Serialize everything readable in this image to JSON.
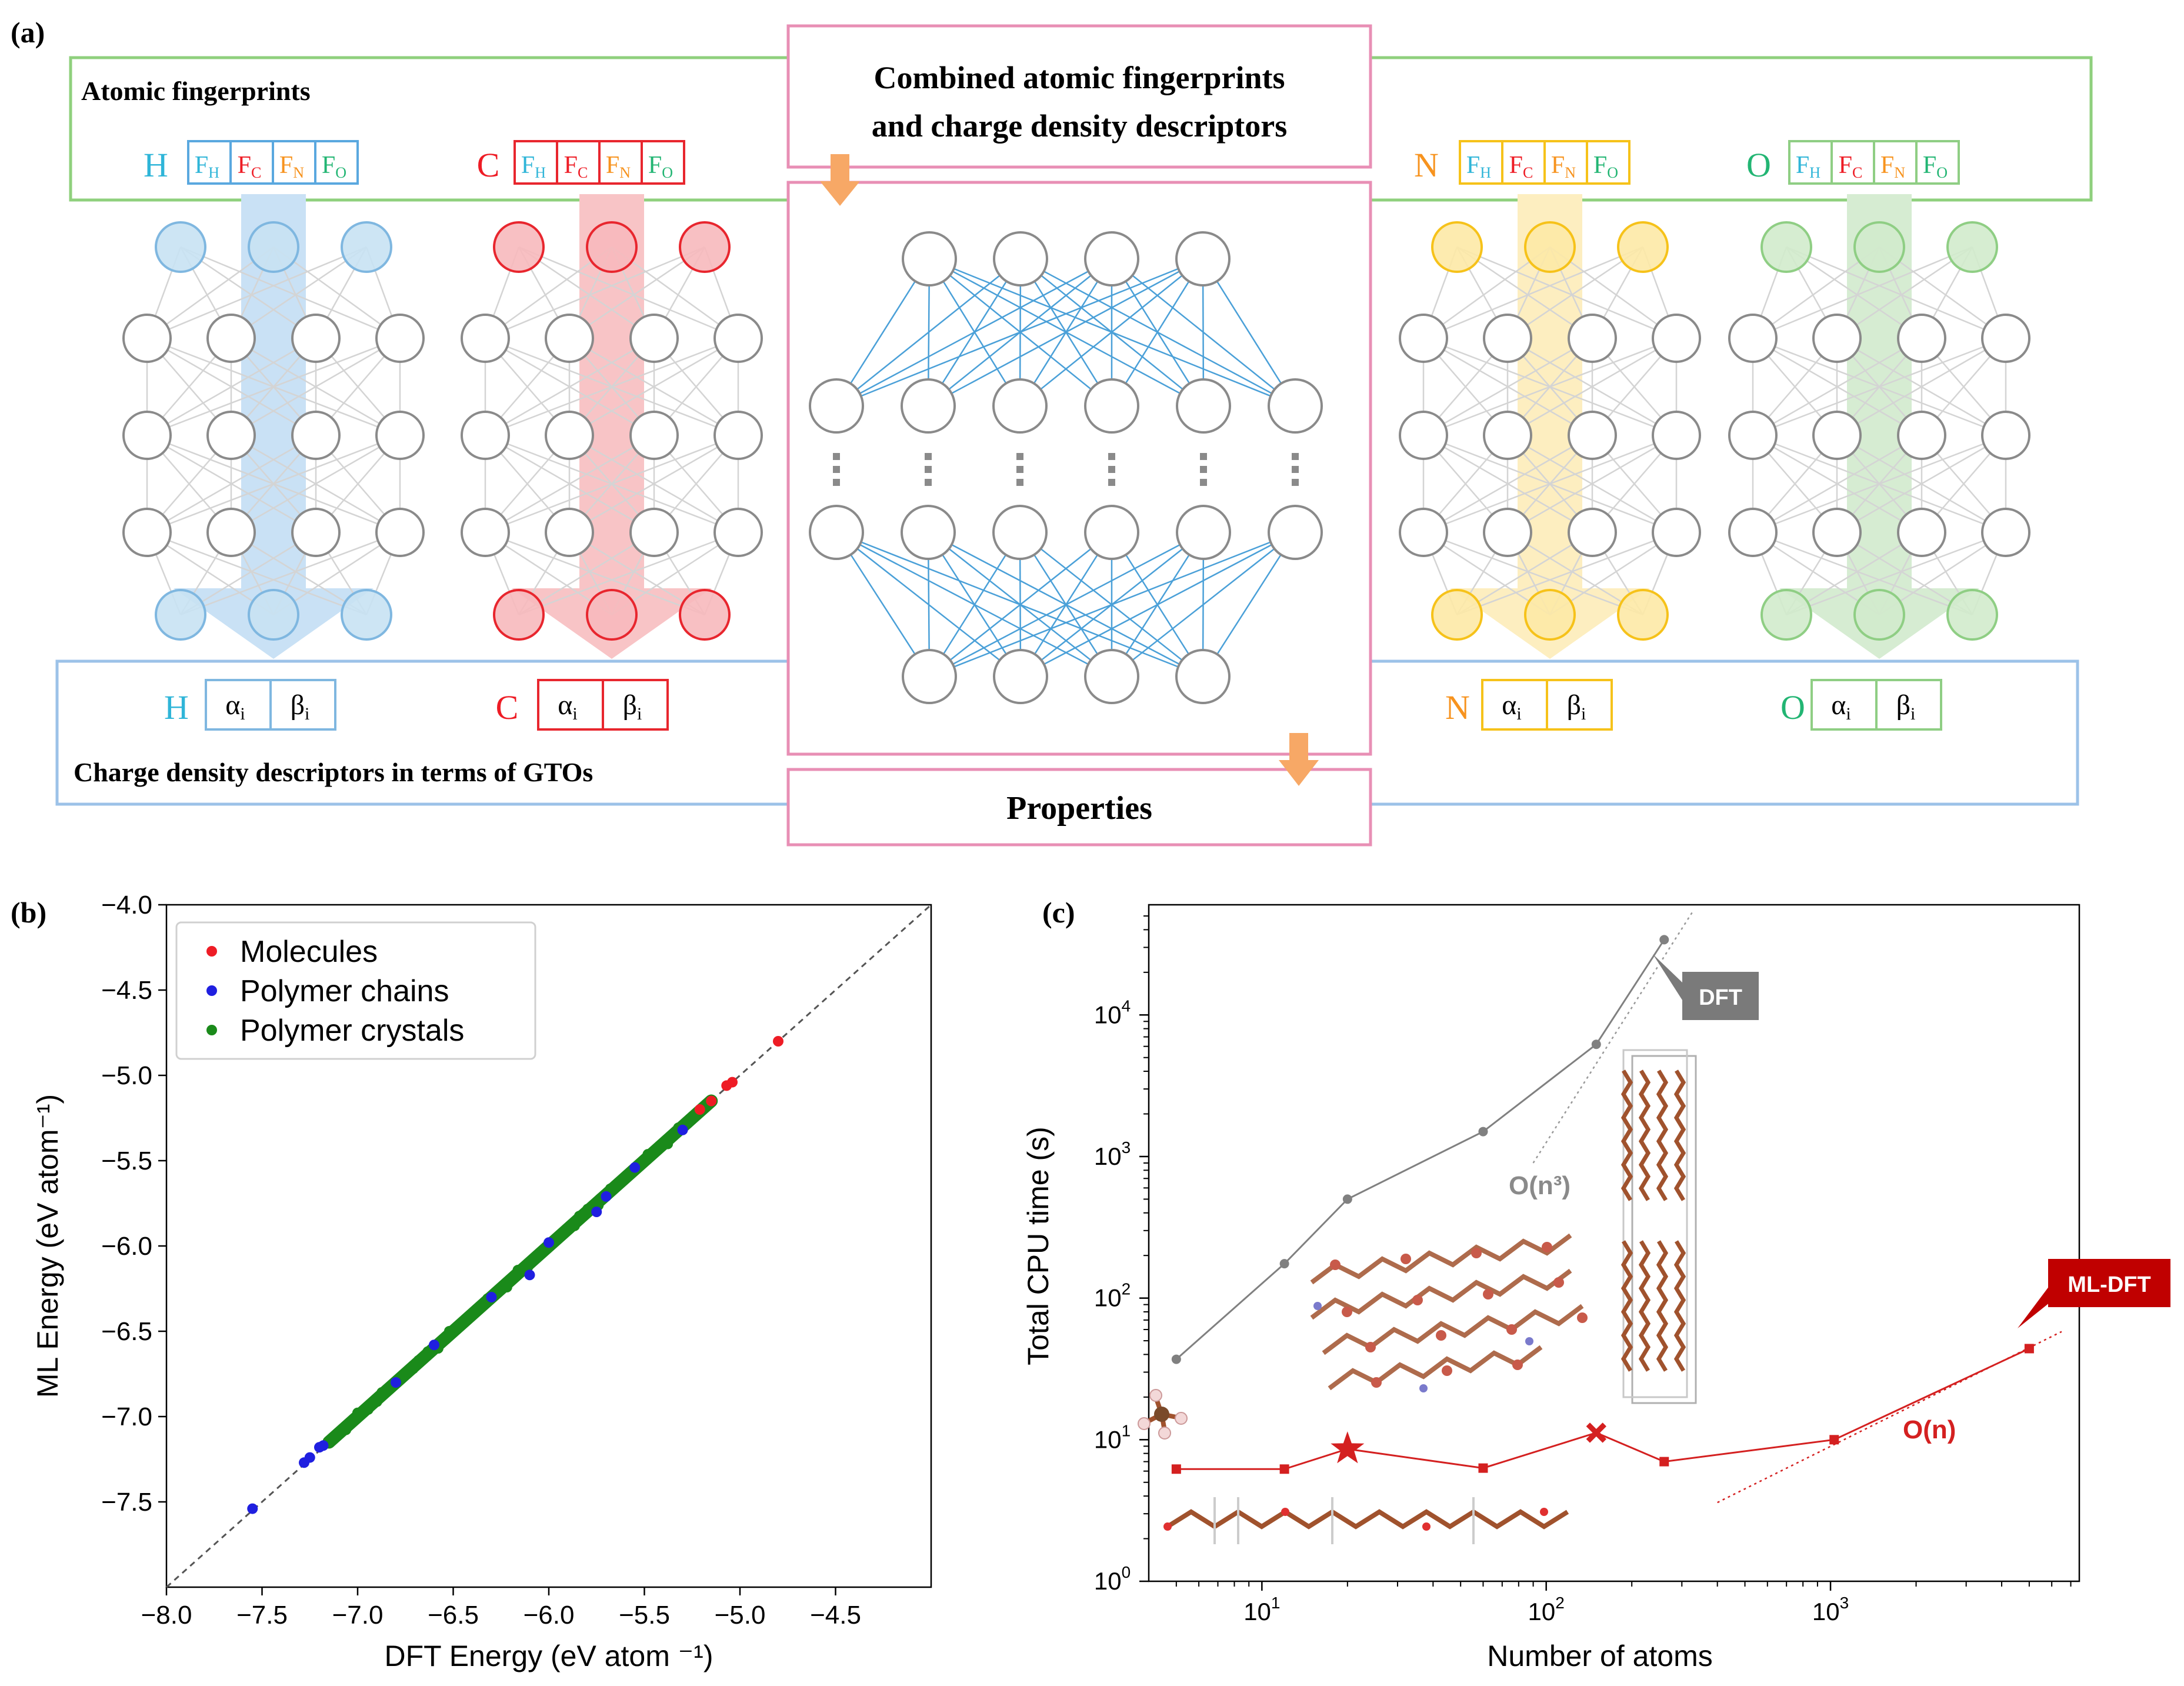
{
  "panel_a": {
    "label": "(a)",
    "top_box_title": "Atomic fingerprints",
    "center_title_line1": "Combined atomic fingerprints",
    "center_title_line2": "and charge density descriptors",
    "properties_label": "Properties",
    "bottom_box_title": "Charge density descriptors in terms of GTOs",
    "elements": [
      {
        "symbol": "H",
        "color": "#2fb5d8",
        "node_fill": "#c8e2f3",
        "node_stroke": "#7fb7e0",
        "arrow": "#c9e1f5"
      },
      {
        "symbol": "C",
        "color": "#ee1c25",
        "node_fill": "#f7b9bd",
        "node_stroke": "#e8262e",
        "arrow": "#f8c4c6"
      },
      {
        "symbol": "N",
        "color": "#f7931e",
        "node_fill": "#fde9a6",
        "node_stroke": "#f6c21a",
        "arrow": "#fdeec0"
      },
      {
        "symbol": "O",
        "color": "#22b573",
        "node_fill": "#d2ebcc",
        "node_stroke": "#8fce84",
        "arrow": "#d6ecd2"
      }
    ],
    "fingerprint_cells": [
      {
        "main": "F",
        "sub": "H",
        "color": "#2fb5d8"
      },
      {
        "main": "F",
        "sub": "C",
        "color": "#ee1c25"
      },
      {
        "main": "F",
        "sub": "N",
        "color": "#f7931e"
      },
      {
        "main": "F",
        "sub": "O",
        "color": "#22b573"
      }
    ],
    "descriptor_cells": [
      {
        "main": "α",
        "sub": "i"
      },
      {
        "main": "β",
        "sub": "i"
      }
    ]
  },
  "panel_b": {
    "label": "(b)",
    "chart_data": {
      "type": "scatter",
      "xlabel": "DFT Energy (eV atom ⁻¹)",
      "ylabel": "ML Energy (eV atom⁻¹)",
      "xlim": [
        -8.0,
        -4.0
      ],
      "ylim": [
        -8.0,
        -4.0
      ],
      "xticks": [
        "−8.0",
        "−7.5",
        "−7.0",
        "−6.5",
        "−6.0",
        "−5.5",
        "−5.0",
        "−4.5"
      ],
      "xtick_values": [
        -8.0,
        -7.5,
        -7.0,
        -6.5,
        -6.0,
        -5.5,
        -5.0,
        -4.5
      ],
      "yticks": [
        "−7.5",
        "−7.0",
        "−6.5",
        "−6.0",
        "−5.5",
        "−5.0",
        "−4.5",
        "−4.0"
      ],
      "ytick_values": [
        -7.5,
        -7.0,
        -6.5,
        -6.0,
        -5.5,
        -5.0,
        -4.5,
        -4.0
      ],
      "grid": false,
      "legend_position": "top-left",
      "diagonal_reference": true,
      "series": [
        {
          "name": "Molecules",
          "color": "#ee1c25",
          "points": [
            [
              -4.8,
              -4.8
            ],
            [
              -5.04,
              -5.04
            ],
            [
              -5.07,
              -5.06
            ],
            [
              -5.15,
              -5.15
            ],
            [
              -5.21,
              -5.2
            ]
          ]
        },
        {
          "name": "Polymer chains",
          "color": "#1f1fe0",
          "points": [
            [
              -7.55,
              -7.54
            ],
            [
              -7.28,
              -7.27
            ],
            [
              -7.25,
              -7.24
            ],
            [
              -7.2,
              -7.18
            ],
            [
              -7.18,
              -7.17
            ],
            [
              -6.6,
              -6.58
            ],
            [
              -6.1,
              -6.17
            ],
            [
              -5.75,
              -5.8
            ],
            [
              -5.7,
              -5.71
            ],
            [
              -6.0,
              -5.98
            ],
            [
              -5.55,
              -5.54
            ],
            [
              -6.3,
              -6.3
            ],
            [
              -6.8,
              -6.8
            ],
            [
              -5.3,
              -5.32
            ]
          ]
        },
        {
          "name": "Polymer crystals",
          "color": "#1a8a1a",
          "dense_range": [
            -7.15,
            -5.15
          ]
        }
      ]
    }
  },
  "panel_c": {
    "label": "(c)",
    "chart_data": {
      "type": "line",
      "xlabel": "Number of atoms",
      "ylabel": "Total CPU time (s)",
      "x_scale": "log",
      "y_scale": "log",
      "xlim": [
        4,
        7500
      ],
      "ylim": [
        1,
        60000
      ],
      "xticks": [
        {
          "base": "10",
          "exp": "1",
          "value": 10
        },
        {
          "base": "10",
          "exp": "2",
          "value": 100
        },
        {
          "base": "10",
          "exp": "3",
          "value": 1000
        }
      ],
      "yticks": [
        {
          "base": "10",
          "exp": "0",
          "value": 1
        },
        {
          "base": "10",
          "exp": "1",
          "value": 10
        },
        {
          "base": "10",
          "exp": "2",
          "value": 100
        },
        {
          "base": "10",
          "exp": "3",
          "value": 1000
        },
        {
          "base": "10",
          "exp": "4",
          "value": 10000
        }
      ],
      "series": [
        {
          "name": "DFT",
          "color": "#808080",
          "x": [
            5,
            12,
            20,
            60,
            150,
            260
          ],
          "y": [
            37,
            175,
            500,
            1500,
            6200,
            34000
          ]
        },
        {
          "name": "ML-DFT",
          "color": "#d42020",
          "x": [
            5,
            12,
            20,
            60,
            150,
            260,
            1030,
            5000
          ],
          "y": [
            6.2,
            6.2,
            8.6,
            6.3,
            11.2,
            7.0,
            10.0,
            44.0
          ],
          "special_markers": [
            {
              "x": 20,
              "y": 8.6,
              "shape": "star"
            },
            {
              "x": 150,
              "y": 11.2,
              "shape": "x"
            }
          ]
        }
      ],
      "annotations": [
        {
          "text": "DFT",
          "color": "#7a7a7a"
        },
        {
          "text": "ML-DFT",
          "color": "#c00000"
        },
        {
          "text": "O(n³)",
          "color": "#8a8a8a"
        },
        {
          "text": "O(n)",
          "color": "#d42020"
        }
      ]
    }
  }
}
